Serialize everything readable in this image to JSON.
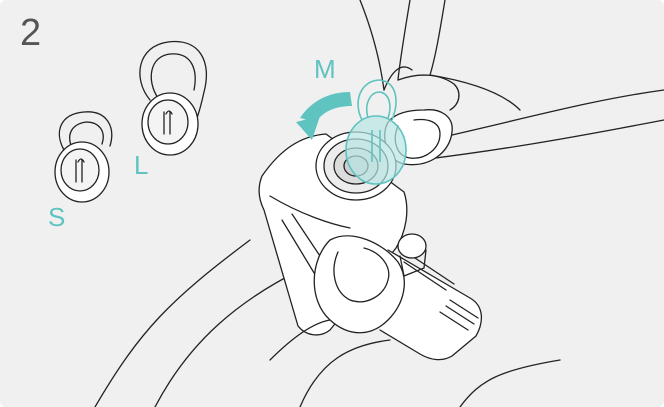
{
  "step": {
    "number": "2"
  },
  "sizes": {
    "small": "S",
    "medium": "M",
    "large": "L"
  },
  "colors": {
    "background": "#f0f0f0",
    "line": "#222222",
    "accent": "#5fc3c0",
    "accent_fill": "#b8e6e4",
    "step_number": "#555555"
  }
}
